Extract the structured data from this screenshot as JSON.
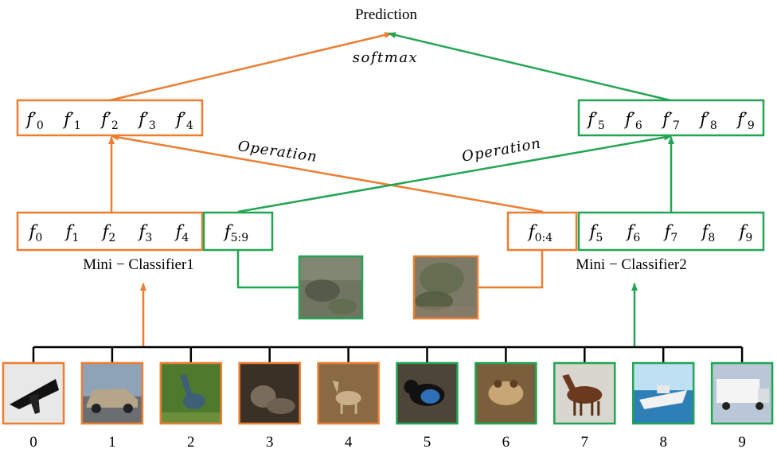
{
  "title": "Prediction",
  "colors": {
    "orange": "#ED7D31",
    "green": "#22A553",
    "black": "#000000"
  },
  "softmax_label": "softmax",
  "operation_label_left": "Operation",
  "operation_label_right": "Operation",
  "classifier1_label": "Mini − Classifier1",
  "classifier2_label": "Mini − Classifier2",
  "output_left": [
    {
      "base": "f′",
      "sub": "0"
    },
    {
      "base": "f′",
      "sub": "1"
    },
    {
      "base": "f′",
      "sub": "2"
    },
    {
      "base": "f′",
      "sub": "3"
    },
    {
      "base": "f′",
      "sub": "4"
    }
  ],
  "output_right": [
    {
      "base": "f′",
      "sub": "5"
    },
    {
      "base": "f′",
      "sub": "6"
    },
    {
      "base": "f′",
      "sub": "7"
    },
    {
      "base": "f′",
      "sub": "8"
    },
    {
      "base": "f′",
      "sub": "9"
    }
  ],
  "features_left": [
    {
      "base": "f",
      "sub": "0"
    },
    {
      "base": "f",
      "sub": "1"
    },
    {
      "base": "f",
      "sub": "2"
    },
    {
      "base": "f",
      "sub": "3"
    },
    {
      "base": "f",
      "sub": "4"
    }
  ],
  "features_left_extra": {
    "base": "f",
    "sub": "5:9"
  },
  "features_right_extra": {
    "base": "f",
    "sub": "0:4"
  },
  "features_right": [
    {
      "base": "f",
      "sub": "5"
    },
    {
      "base": "f",
      "sub": "6"
    },
    {
      "base": "f",
      "sub": "7"
    },
    {
      "base": "f",
      "sub": "8"
    },
    {
      "base": "f",
      "sub": "9"
    }
  ],
  "class_images": [
    {
      "label": "0",
      "group": "orange",
      "icon": "airplane-image"
    },
    {
      "label": "1",
      "group": "orange",
      "icon": "car-image"
    },
    {
      "label": "2",
      "group": "orange",
      "icon": "bird-image"
    },
    {
      "label": "3",
      "group": "orange",
      "icon": "cat-image"
    },
    {
      "label": "4",
      "group": "orange",
      "icon": "deer-image"
    },
    {
      "label": "5",
      "group": "green",
      "icon": "dog-image"
    },
    {
      "label": "6",
      "group": "green",
      "icon": "frog-image"
    },
    {
      "label": "7",
      "group": "green",
      "icon": "horse-image"
    },
    {
      "label": "8",
      "group": "green",
      "icon": "ship-image"
    },
    {
      "label": "9",
      "group": "green",
      "icon": "truck-image"
    }
  ]
}
